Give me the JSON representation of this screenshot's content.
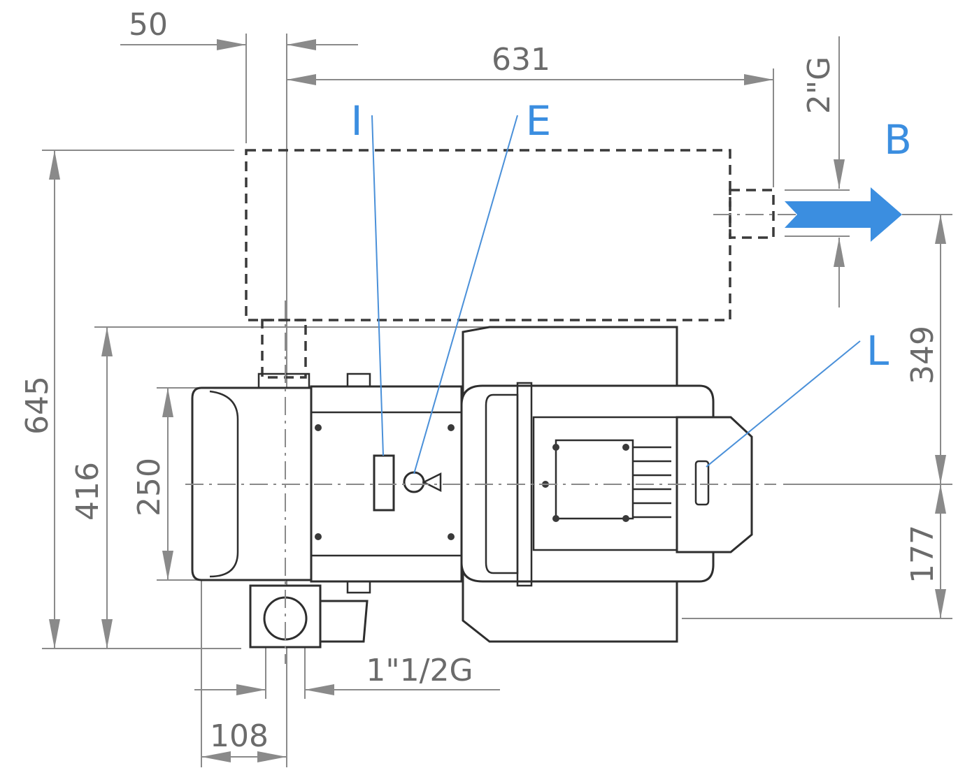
{
  "dimensions": {
    "d50": "50",
    "d631": "631",
    "d2g": "2\"G",
    "d645": "645",
    "d416": "416",
    "d250": "250",
    "d349": "349",
    "d177": "177",
    "d108": "108",
    "d1half2g": "1\"1/2G"
  },
  "callouts": {
    "i": "I",
    "e": "E",
    "b": "B",
    "l": "L"
  },
  "colors": {
    "callout": "#3b8ee0",
    "flow_arrow": "#3b8ee0",
    "dimension": "#6b6b6b",
    "outline": "#2e2e2e"
  },
  "icons": {
    "flow": "flow-direction-arrow-icon"
  }
}
